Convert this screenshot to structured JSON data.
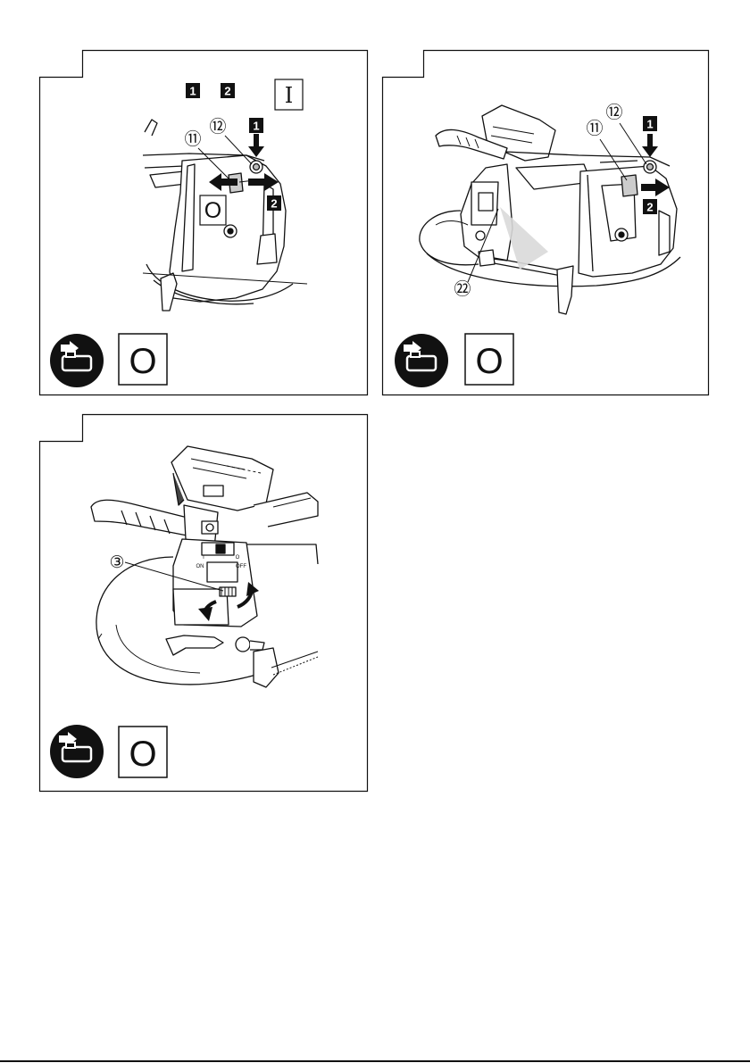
{
  "colors": {
    "ink": "#111111",
    "paper": "#ffffff",
    "shade": "#d9d9d9",
    "mid": "#9a9a9a"
  },
  "icons": [
    "remove-battery-icon",
    "off-symbol-icon",
    "on-symbol-icon",
    "arrow-icon"
  ],
  "panel1": {
    "header_steps": [
      "1",
      "2"
    ],
    "header_symbol": "I",
    "callouts": {
      "release_lever": "⑪",
      "lock_button": "⑫"
    },
    "steps": [
      "1",
      "2"
    ],
    "off_symbol": "O",
    "footer_off_symbol": "O"
  },
  "panel2": {
    "callouts": {
      "lock_button": "⑫",
      "release_lever": "⑪",
      "lamp": "㉒"
    },
    "steps": [
      "1",
      "2"
    ],
    "footer_off_symbol": "O"
  },
  "panel3": {
    "callouts": {
      "speed_dial": "③"
    },
    "switch_labels": {
      "on": "ON",
      "off": "OFF",
      "i_mark": "I",
      "o_mark": "O"
    },
    "footer_off_symbol": "O"
  }
}
